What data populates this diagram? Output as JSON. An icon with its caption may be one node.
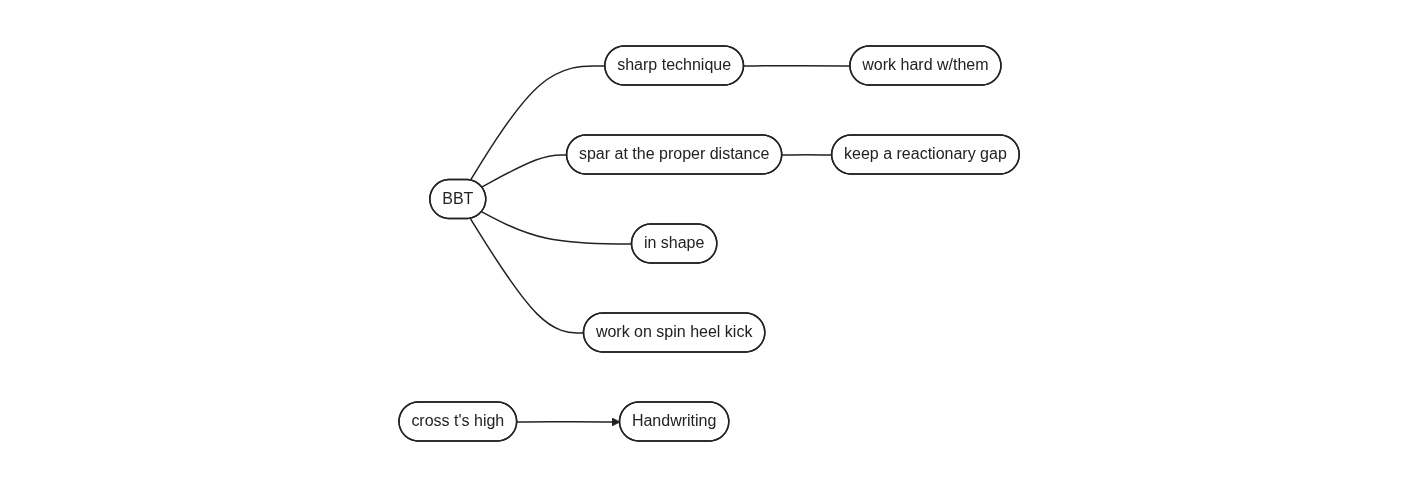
{
  "diagram": {
    "nodes": [
      {
        "text": [
          "sharp technique"
        ]
      },
      {
        "text": [
          "work hard w/them"
        ]
      },
      {
        "text": [
          "spar at the proper distance"
        ]
      },
      {
        "text": [
          "keep a reactionary gap"
        ]
      },
      {
        "text": [
          "BBT"
        ]
      },
      {
        "text": [
          "in shape"
        ]
      },
      {
        "text": [
          "work on spin heel kick"
        ]
      },
      {
        "text": [
          "cross t's high"
        ]
      },
      {
        "text": [
          "Handwriting"
        ]
      }
    ],
    "edges": [
      {
        "from": 4,
        "to": 0,
        "arrow": "none"
      },
      {
        "from": 0,
        "to": 1,
        "arrow": "none"
      },
      {
        "from": 4,
        "to": 2,
        "arrow": "none"
      },
      {
        "from": 2,
        "to": 3,
        "arrow": "none"
      },
      {
        "from": 4,
        "to": 5,
        "arrow": "none"
      },
      {
        "from": 4,
        "to": 6,
        "arrow": "none"
      },
      {
        "from": 7,
        "to": 8,
        "arrow": "to"
      }
    ]
  }
}
